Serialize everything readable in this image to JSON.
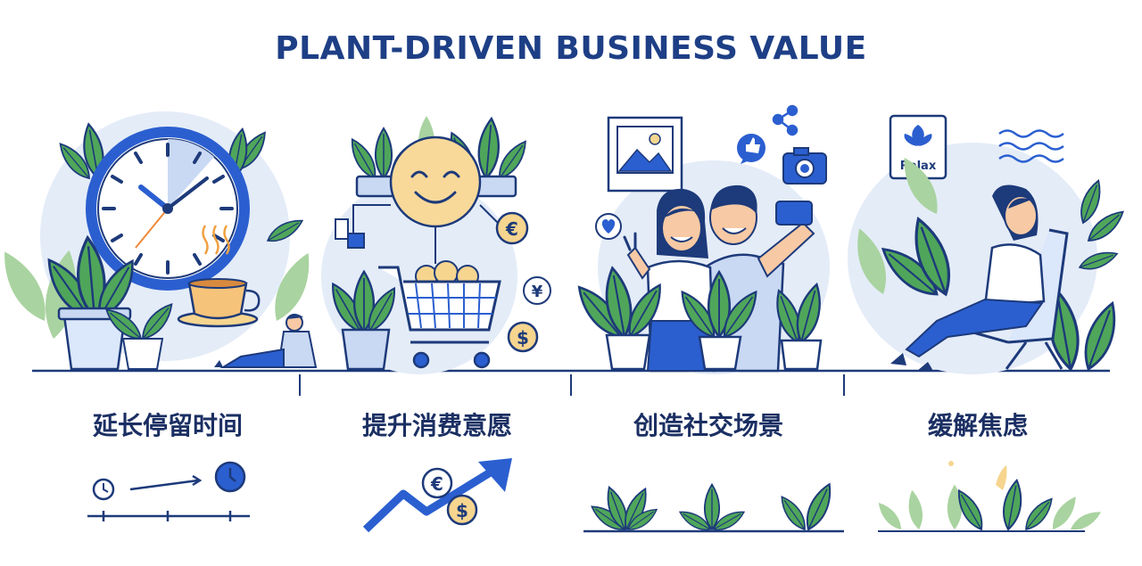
{
  "title": "PLANT-DRIVEN BUSINESS VALUE",
  "panels": [
    {
      "label": "延长停留时间",
      "icons": [
        "clock-icon",
        "coffee-cup-icon",
        "plant-icon",
        "relaxing-person-icon"
      ]
    },
    {
      "label": "提升消费意愿",
      "icons": [
        "smiley-face-icon",
        "shopping-cart-icon",
        "euro-coin-icon",
        "yen-coin-icon",
        "dollar-coin-icon"
      ]
    },
    {
      "label": "创造社交场景",
      "icons": [
        "photo-frame-icon",
        "like-bubble-icon",
        "share-icon",
        "camera-icon",
        "heart-bubble-icon",
        "selfie-couple-icon"
      ]
    },
    {
      "label": "缓解焦虑",
      "icons": [
        "relax-sign-icon",
        "wave-lines-icon",
        "reclining-person-icon",
        "plant-icon"
      ],
      "sign_text": "Relax"
    }
  ],
  "colors": {
    "primary": "#2b5fd0",
    "navy": "#1d3a7a",
    "leaf": "#4fa65a",
    "leaf_light": "#a9d3a0",
    "bg_blob": "#e4ecf8",
    "skin": "#f7c9a4",
    "coin": "#f6d58f"
  }
}
